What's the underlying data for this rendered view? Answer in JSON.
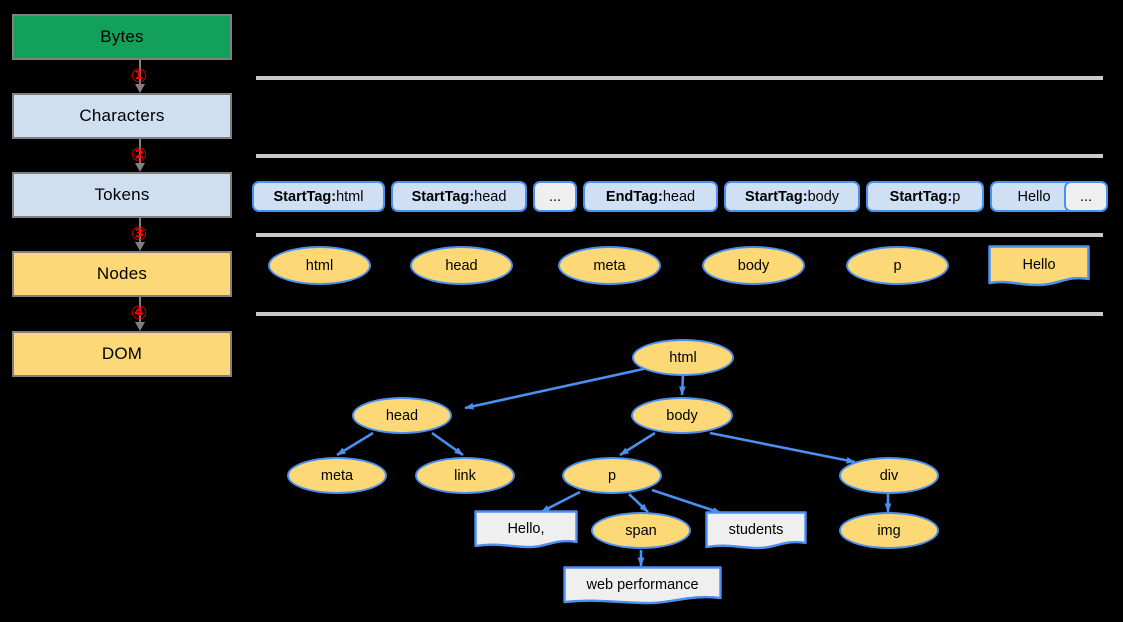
{
  "pipeline": {
    "steps": [
      {
        "label": "Bytes",
        "style": "green"
      },
      {
        "label": "Characters",
        "style": "blue"
      },
      {
        "label": "Tokens",
        "style": "blue"
      },
      {
        "label": "Nodes",
        "style": "amber"
      },
      {
        "label": "DOM",
        "style": "amber"
      }
    ],
    "step_numbers": [
      "①",
      "②",
      "③",
      "④"
    ],
    "number_color": "#ff0000",
    "arrow_color": "#808080"
  },
  "tokens": {
    "items": [
      {
        "key": "StartTag:",
        "value": " html",
        "kind": "token"
      },
      {
        "key": "StartTag:",
        "value": " head",
        "kind": "token"
      },
      {
        "key": "",
        "value": "...",
        "kind": "ellipsis"
      },
      {
        "key": "EndTag:",
        "value": " head",
        "kind": "token"
      },
      {
        "key": "StartTag:",
        "value": " body",
        "kind": "token"
      },
      {
        "key": "StartTag:",
        "value": " p",
        "kind": "token"
      },
      {
        "key": "",
        "value": "Hello",
        "kind": "token"
      },
      {
        "key": "",
        "value": "...",
        "kind": "ellipsis"
      }
    ],
    "fill": "#cfe0f5",
    "ellipsis_fill": "#efeff0",
    "border": "#4a90f0"
  },
  "nodes_row": {
    "items": [
      {
        "label": "html",
        "shape": "ellipse"
      },
      {
        "label": "head",
        "shape": "ellipse"
      },
      {
        "label": "meta",
        "shape": "ellipse"
      },
      {
        "label": "body",
        "shape": "ellipse"
      },
      {
        "label": "p",
        "shape": "ellipse"
      },
      {
        "label": "Hello",
        "shape": "document"
      }
    ],
    "ellipse_fill": "#fcd976",
    "document_fill": "#fcd976",
    "border": "#4a90f0"
  },
  "dom_tree": {
    "nodes": [
      {
        "id": "html",
        "label": "html",
        "shape": "ellipse"
      },
      {
        "id": "head",
        "label": "head",
        "shape": "ellipse"
      },
      {
        "id": "body",
        "label": "body",
        "shape": "ellipse"
      },
      {
        "id": "meta",
        "label": "meta",
        "shape": "ellipse"
      },
      {
        "id": "link",
        "label": "link",
        "shape": "ellipse"
      },
      {
        "id": "p",
        "label": "p",
        "shape": "ellipse"
      },
      {
        "id": "div",
        "label": "div",
        "shape": "ellipse"
      },
      {
        "id": "hello",
        "label": "Hello,",
        "shape": "text"
      },
      {
        "id": "span",
        "label": "span",
        "shape": "ellipse"
      },
      {
        "id": "students",
        "label": "students",
        "shape": "text"
      },
      {
        "id": "img",
        "label": "img",
        "shape": "ellipse"
      },
      {
        "id": "web_performance",
        "label": "web performance",
        "shape": "text"
      }
    ],
    "edges": [
      [
        "html",
        "head"
      ],
      [
        "html",
        "body"
      ],
      [
        "head",
        "meta"
      ],
      [
        "head",
        "link"
      ],
      [
        "body",
        "p"
      ],
      [
        "body",
        "div"
      ],
      [
        "p",
        "hello"
      ],
      [
        "p",
        "span"
      ],
      [
        "p",
        "students"
      ],
      [
        "span",
        "web_performance"
      ],
      [
        "div",
        "img"
      ]
    ],
    "ellipse_fill": "#fcd976",
    "text_fill": "#efeff0",
    "edge_color": "#4a90f0"
  },
  "separators": {
    "color": "#c9c9c9",
    "count": 4
  }
}
